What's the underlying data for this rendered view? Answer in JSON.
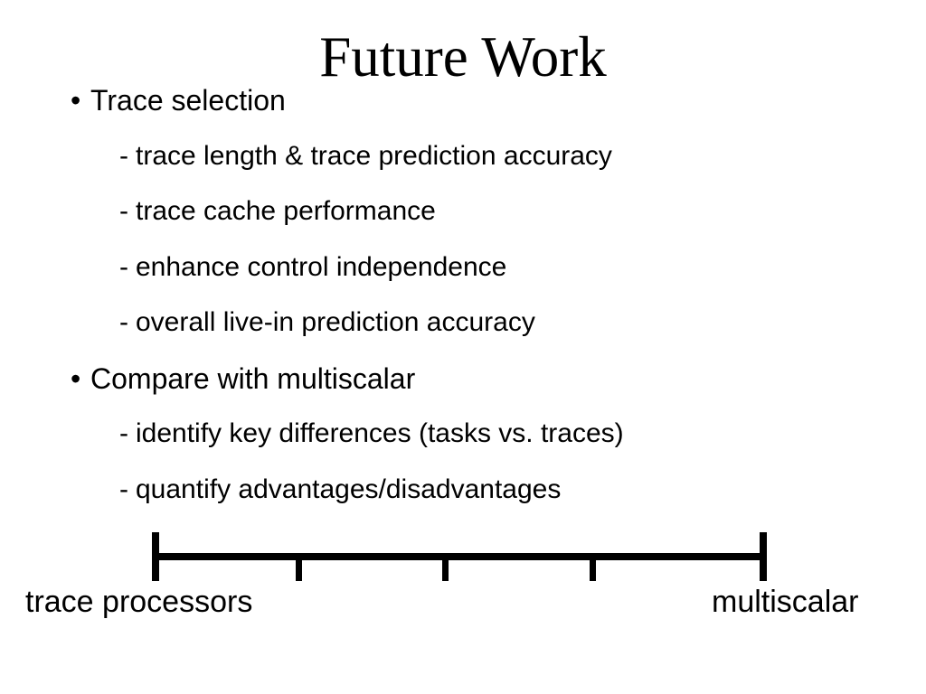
{
  "slide": {
    "title": "Future Work"
  },
  "bullets": [
    {
      "level": 1,
      "marker": "•",
      "text": "Trace selection"
    },
    {
      "level": 2,
      "marker": "-",
      "text": "trace length & trace prediction accuracy"
    },
    {
      "level": 2,
      "marker": "-",
      "text": "trace cache performance"
    },
    {
      "level": 2,
      "marker": "-",
      "text": "enhance control independence"
    },
    {
      "level": 2,
      "marker": "-",
      "text": "overall live-in prediction accuracy"
    },
    {
      "level": 1,
      "marker": "•",
      "text": "Compare with multiscalar"
    },
    {
      "level": 2,
      "marker": "-",
      "text": "identify key differences (tasks vs. traces)"
    },
    {
      "level": 2,
      "marker": "-",
      "text": "quantify advantages/disadvantages"
    }
  ],
  "spectrum": {
    "left_label": "trace processors",
    "right_label": "multiscalar",
    "tick_count": 3
  },
  "colors": {
    "background": "#FFFFFF",
    "text": "#000000"
  }
}
